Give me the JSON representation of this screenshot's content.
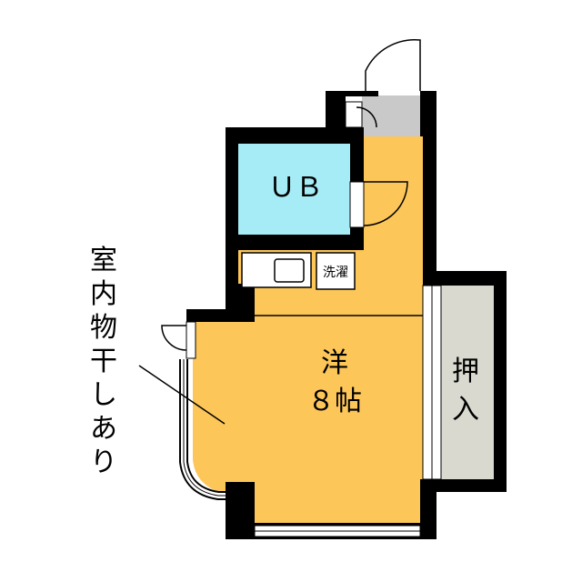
{
  "rooms": {
    "bath": "ＵＢ",
    "washer": "洗濯",
    "western": "洋",
    "western_size": "８帖",
    "closet_1": "押",
    "closet_2": "入"
  },
  "annotation": {
    "chars": [
      "室",
      "内",
      "物",
      "干",
      "し",
      "あ",
      "り"
    ]
  },
  "colors": {
    "floor": "#fcc659",
    "bath": "#a6ecf6",
    "closet": "#d9d9d0",
    "entry": "#c9c9c9",
    "wall": "#000000"
  }
}
